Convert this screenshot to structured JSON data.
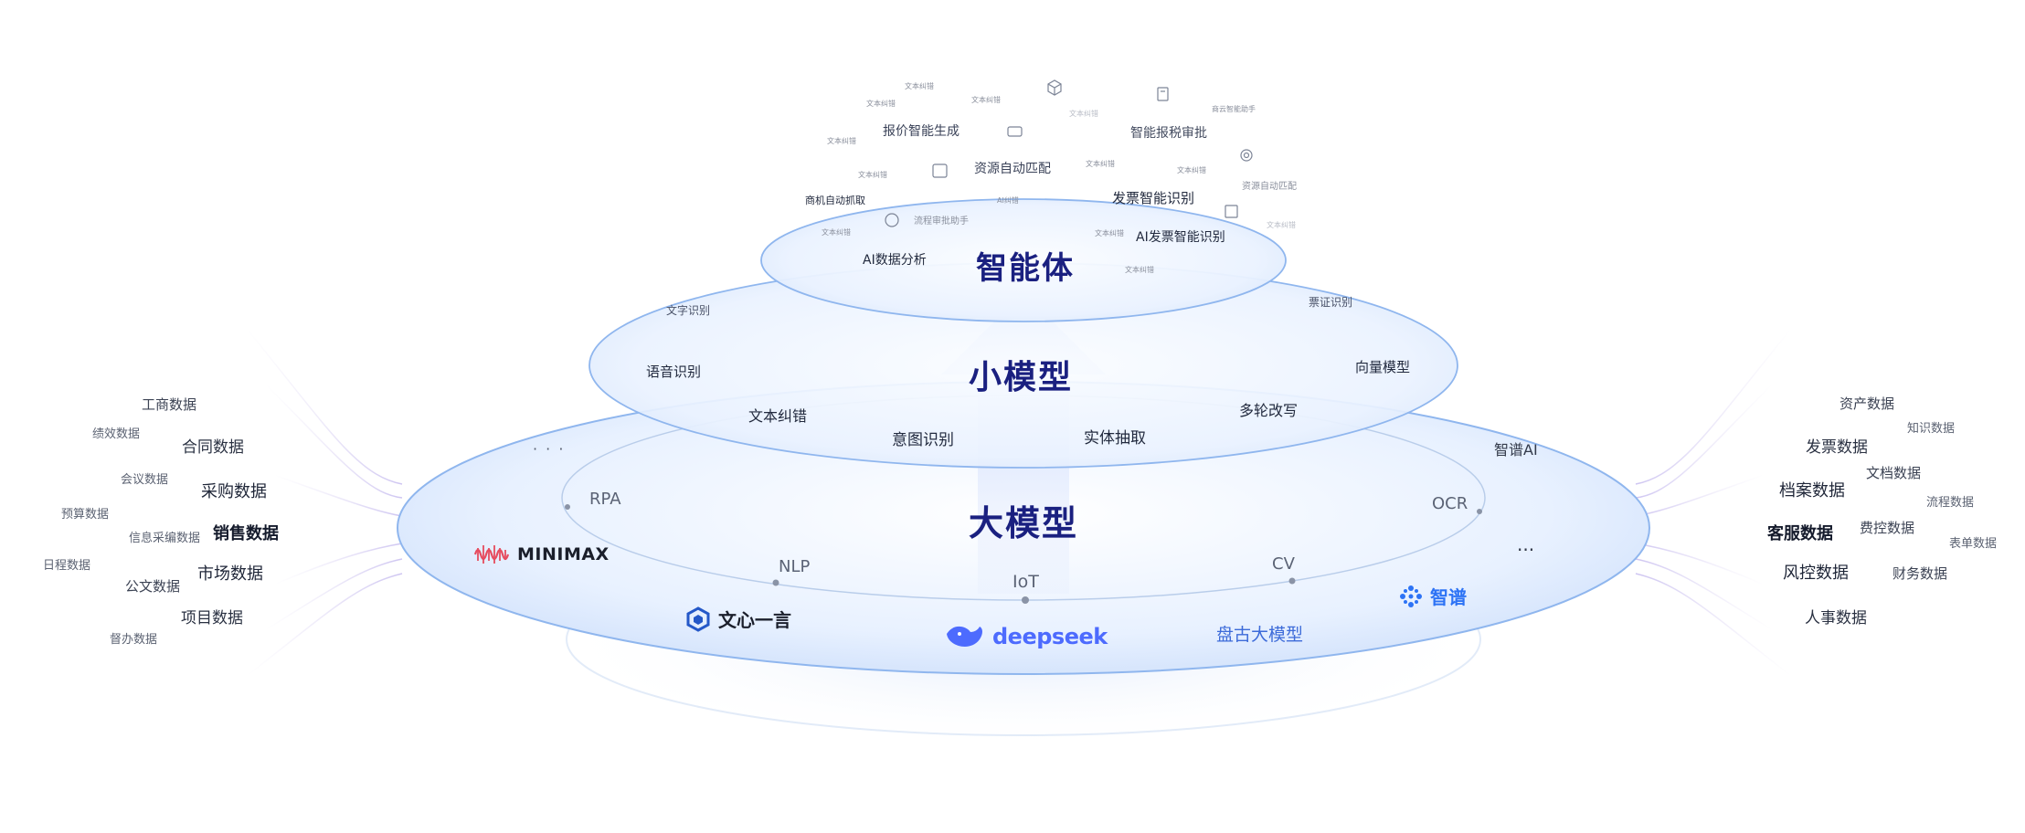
{
  "agent_layer": {
    "title": "智能体",
    "items": [
      "报价智能生成",
      "资源自动匹配",
      "商机自动抓取",
      "流程审批助手",
      "AI数据分析",
      "智能报税审批",
      "发票智能识别",
      "AI发票智能识别",
      "资源自动匹配"
    ],
    "tiny_labels": [
      "文本纠错",
      "文本纠错",
      "文本纠错",
      "文本纠错",
      "文本纠错",
      "文本纠错",
      "文本纠错",
      "文本纠错",
      "文本纠错",
      "文本纠错",
      "AI纠错",
      "商云智能助手",
      "文本纠错",
      "文本纠错"
    ]
  },
  "small_model_layer": {
    "title": "小模型",
    "items": [
      "文字识别",
      "语音识别",
      "文本纠错",
      "意图识别",
      "实体抽取",
      "多轮改写",
      "向量模型",
      "票证识别"
    ]
  },
  "large_model_layer": {
    "title": "大模型",
    "tech": [
      "RPA",
      "NLP",
      "IoT",
      "CV",
      "OCR",
      "智谱AI"
    ],
    "ellipsis_left": "· · ·",
    "ellipsis_right": "···",
    "logos": {
      "minimax": "MINIMAX",
      "wenxin": "文心一言",
      "deepseek": "deepseek",
      "pangu": "盘古大模型",
      "zhipu": "智谱"
    }
  },
  "left_data": [
    "工商数据",
    "绩效数据",
    "合同数据",
    "会议数据",
    "采购数据",
    "预算数据",
    "信息采编数据",
    "销售数据",
    "日程数据",
    "市场数据",
    "公文数据",
    "项目数据",
    "督办数据"
  ],
  "right_data": [
    "资产数据",
    "知识数据",
    "发票数据",
    "文档数据",
    "档案数据",
    "流程数据",
    "客服数据",
    "费控数据",
    "表单数据",
    "风控数据",
    "财务数据",
    "人事数据"
  ],
  "colors": {
    "title": "#1a2080",
    "layer_fill": "#e4efff",
    "layer_stroke": "#8fb6ee",
    "deepseek": "#4d6bfe",
    "minimax": "#e64c5f",
    "wenxin": "#2458c8",
    "pangu": "#3d6bd9",
    "zhipu": "#2d73f5"
  }
}
